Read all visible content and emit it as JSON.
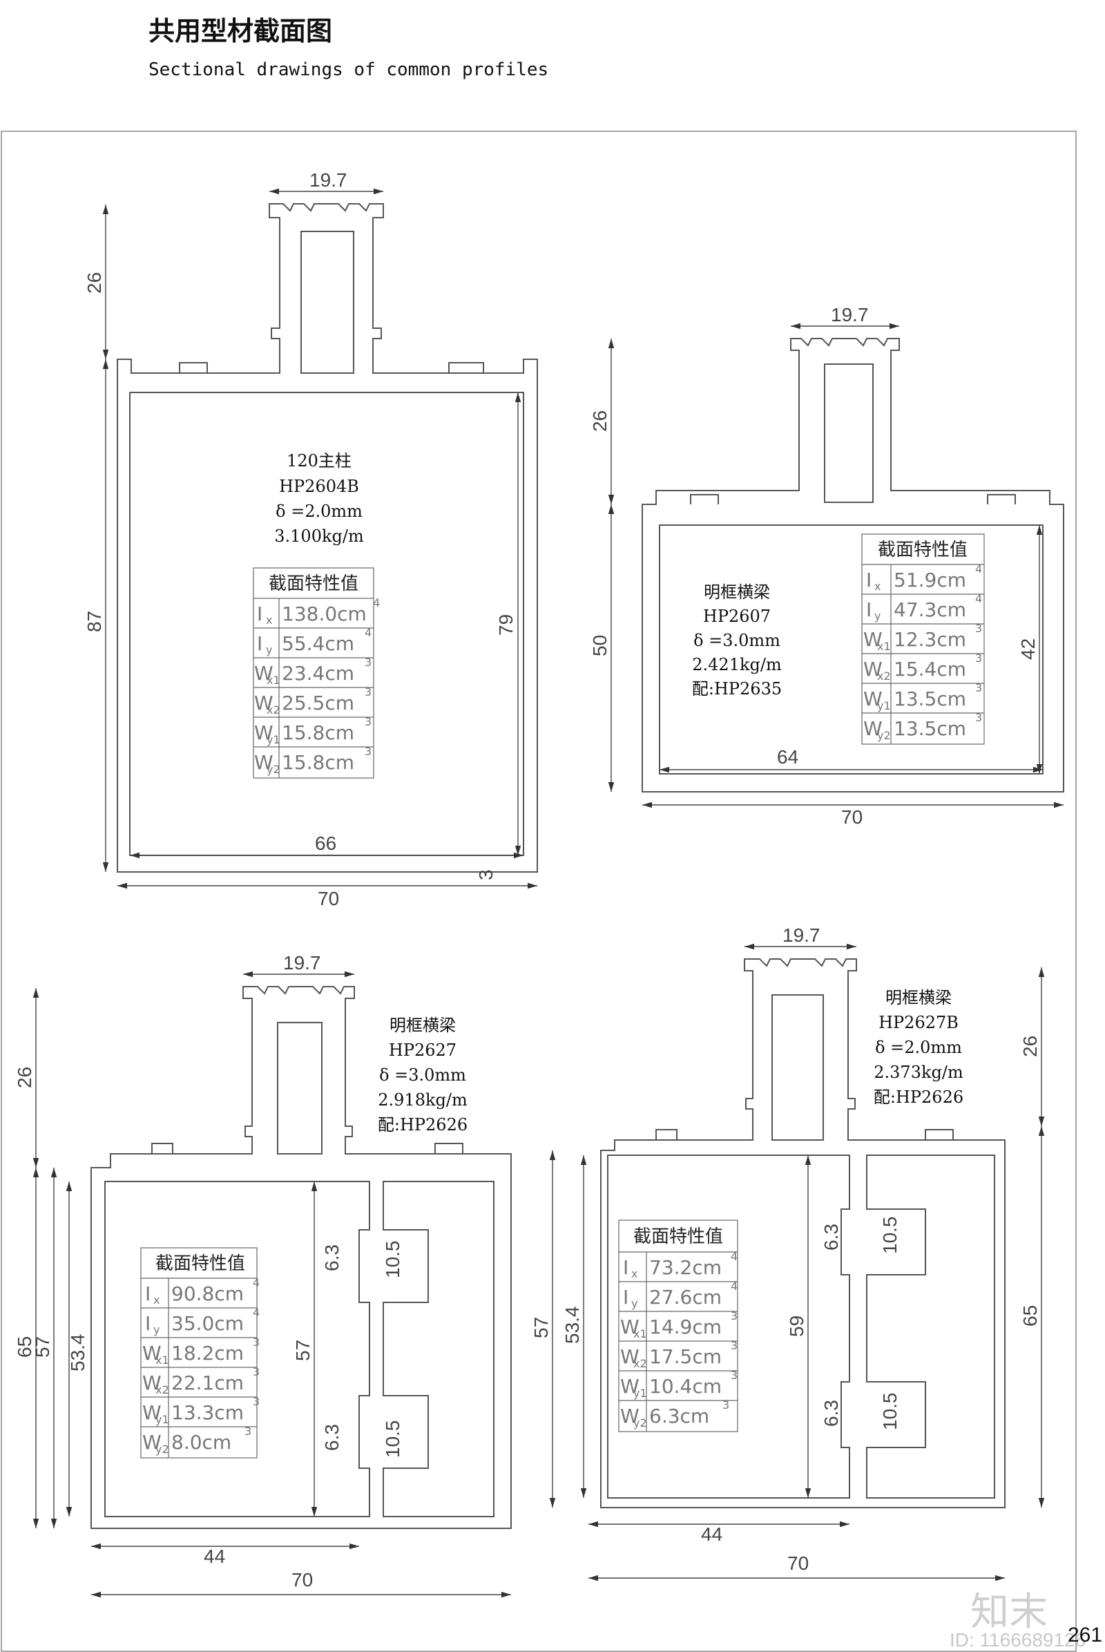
{
  "page": {
    "title_cn": "共用型材截面图",
    "title_en": "Sectional drawings of common profiles",
    "page_number": "261",
    "brand_watermark": "知末",
    "id_watermark": "ID: 1166689126"
  },
  "profiles": [
    {
      "lines": [
        "120主柱",
        "HP2604B",
        "δ =2.0mm",
        "3.100kg/m"
      ],
      "table_header": "截面特性值",
      "table": [
        {
          "sym": "I",
          "sub": "x",
          "val": "138.0cm",
          "exp": "4"
        },
        {
          "sym": "I",
          "sub": "y",
          "val": "55.4cm",
          "exp": "4"
        },
        {
          "sym": "W",
          "sub": "x1",
          "val": "23.4cm",
          "exp": "3"
        },
        {
          "sym": "W",
          "sub": "x2",
          "val": "25.5cm",
          "exp": "3"
        },
        {
          "sym": "W",
          "sub": "y1",
          "val": "15.8cm",
          "exp": "3"
        },
        {
          "sym": "W",
          "sub": "y2",
          "val": "15.8cm",
          "exp": "3"
        }
      ],
      "dims": {
        "top": "19.7",
        "h1": "26",
        "h2": "87",
        "h3": "79",
        "w_in": "66",
        "w_out": "70",
        "t": "3"
      }
    },
    {
      "lines": [
        "明框横梁",
        "HP2607",
        "δ =3.0mm",
        "2.421kg/m",
        "配:HP2635"
      ],
      "table_header": "截面特性值",
      "table": [
        {
          "sym": "I",
          "sub": "x",
          "val": "51.9cm",
          "exp": "4"
        },
        {
          "sym": "I",
          "sub": "y",
          "val": "47.3cm",
          "exp": "4"
        },
        {
          "sym": "W",
          "sub": "x1",
          "val": "12.3cm",
          "exp": "3"
        },
        {
          "sym": "W",
          "sub": "x2",
          "val": "15.4cm",
          "exp": "3"
        },
        {
          "sym": "W",
          "sub": "y1",
          "val": "13.5cm",
          "exp": "3"
        },
        {
          "sym": "W",
          "sub": "y2",
          "val": "13.5cm",
          "exp": "3"
        }
      ],
      "dims": {
        "top": "19.7",
        "h1": "26",
        "h2": "50",
        "h3": "42",
        "w_in": "64",
        "w_out": "70"
      }
    },
    {
      "lines": [
        "明框横梁",
        "HP2627",
        "δ =3.0mm",
        "2.918kg/m",
        "配:HP2626"
      ],
      "table_header": "截面特性值",
      "table": [
        {
          "sym": "I",
          "sub": "x",
          "val": "90.8cm",
          "exp": "4"
        },
        {
          "sym": "I",
          "sub": "y",
          "val": "35.0cm",
          "exp": "4"
        },
        {
          "sym": "W",
          "sub": "x1",
          "val": "18.2cm",
          "exp": "3"
        },
        {
          "sym": "W",
          "sub": "x2",
          "val": "22.1cm",
          "exp": "3"
        },
        {
          "sym": "W",
          "sub": "y1",
          "val": "13.3cm",
          "exp": "3"
        },
        {
          "sym": "W",
          "sub": "y2",
          "val": "8.0cm",
          "exp": "3"
        }
      ],
      "dims": {
        "top": "19.7",
        "h1": "26",
        "h2": "65",
        "h3": "57",
        "h4": "53.4",
        "h5": "57",
        "s1": "6.3",
        "s2": "10.5",
        "w_in": "44",
        "w_out": "70"
      }
    },
    {
      "lines": [
        "明框横梁",
        "HP2627B",
        "δ =2.0mm",
        "2.373kg/m",
        "配:HP2626"
      ],
      "table_header": "截面特性值",
      "table": [
        {
          "sym": "I",
          "sub": "x",
          "val": "73.2cm",
          "exp": "4"
        },
        {
          "sym": "I",
          "sub": "y",
          "val": "27.6cm",
          "exp": "4"
        },
        {
          "sym": "W",
          "sub": "x1",
          "val": "14.9cm",
          "exp": "3"
        },
        {
          "sym": "W",
          "sub": "x2",
          "val": "17.5cm",
          "exp": "3"
        },
        {
          "sym": "W",
          "sub": "y1",
          "val": "10.4cm",
          "exp": "3"
        },
        {
          "sym": "W",
          "sub": "y2",
          "val": "6.3cm",
          "exp": "3"
        }
      ],
      "dims": {
        "top": "19.7",
        "h1": "26",
        "h2": "65",
        "h3": "59",
        "h4": "57",
        "h5": "53.4",
        "s1": "6.3",
        "s2": "10.5",
        "w_in": "44",
        "w_out": "70"
      }
    }
  ]
}
